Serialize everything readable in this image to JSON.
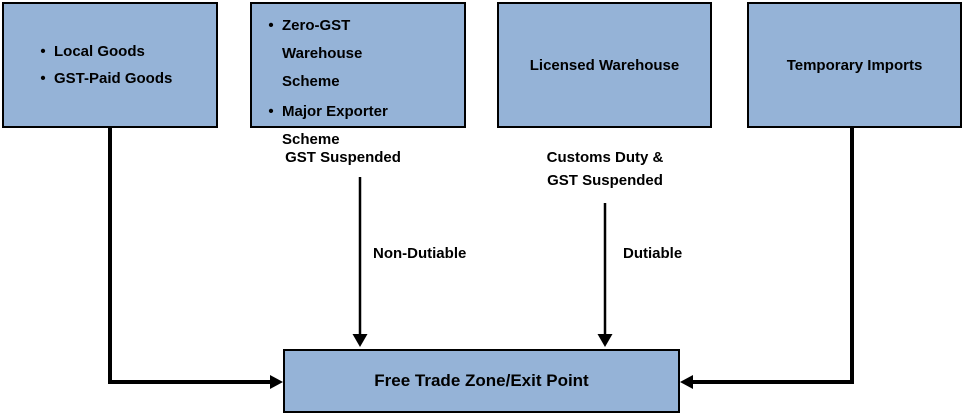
{
  "diagram": {
    "bullet": "•",
    "colors": {
      "box_fill": "#95B3D7",
      "box_border": "#000000",
      "arrow": "#000000",
      "text": "#000000",
      "background": "#FFFFFF"
    },
    "source_boxes": [
      {
        "items": [
          "Local Goods",
          "GST-Paid Goods"
        ]
      },
      {
        "items": [
          "Zero-GST Warehouse Scheme",
          "Major Exporter Scheme"
        ]
      },
      {
        "label": "Licensed Warehouse"
      },
      {
        "label": "Temporary Imports"
      }
    ],
    "annotations": {
      "gst_suspended": "GST Suspended",
      "customs_duty_line1": "Customs Duty &",
      "customs_duty_line2": "GST Suspended",
      "non_dutiable": "Non-Dutiable",
      "dutiable": "Dutiable"
    },
    "destination_box": {
      "label": "Free Trade Zone/Exit Point"
    }
  }
}
